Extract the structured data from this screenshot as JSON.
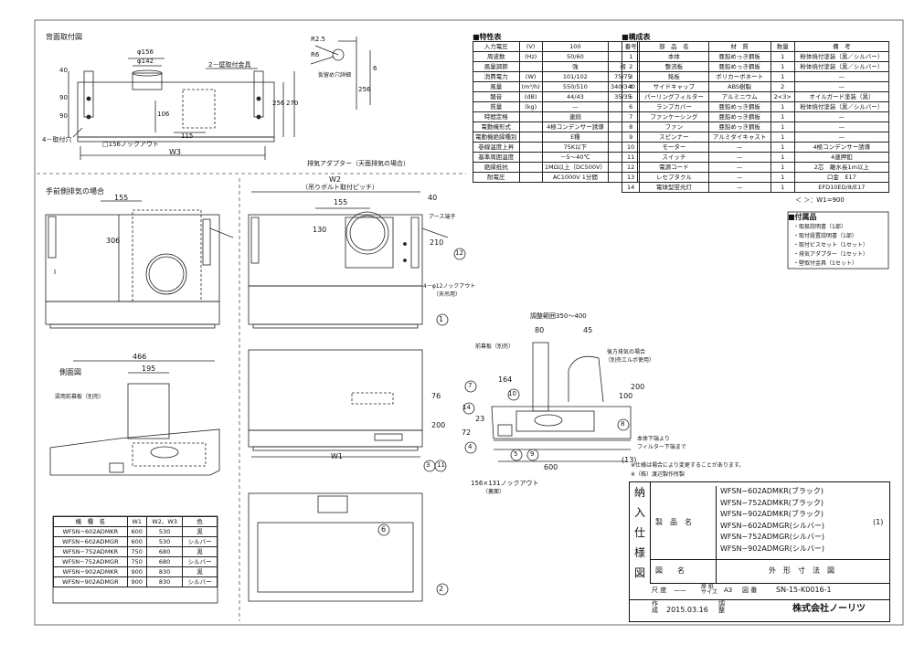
{
  "views": {
    "rear_mount": "背面取付図",
    "front_exhaust": "手前側排気の場合",
    "side_view": "側面図",
    "adapter_note": "排気アダプター（天面排気の場合）",
    "w2_note": "（吊りボルト取付ピッチ）",
    "ceiling_plate": "梁用前幕板（別売）",
    "front_plate": "前幕板（別売）",
    "rear_exhaust": "後方排気の場合",
    "rear_elbow": "（別売エルボ使用）",
    "adjust_range": "調整範囲350～400",
    "body_bottom": "本体下端より",
    "filter_bottom": "フィルター下端まで",
    "knockout_back": "156×131ノックアウト",
    "knockout_back_sub": "（裏面）",
    "earth": "アース端子",
    "knockout_4": "4－φ12ノックアウト",
    "knockout_4_sub": "（天吊用）",
    "wall_bracket": "2－壁取付金具",
    "hook_hole": "仮留め穴詳細",
    "mount_hole": "4－取付穴",
    "knockout_156": "□156ノックアウト",
    "note1": "※仕様は場合により変更することがあります。",
    "note2": "※（株）渡辺製作所製"
  },
  "dims": {
    "d156": "φ156",
    "d142": "φ142",
    "r25": "R2.5",
    "r6": "R6",
    "n6": "6",
    "n256": "256",
    "n40": "40",
    "n90a": "90",
    "n90b": "90",
    "n106": "106",
    "n270": "270",
    "n256b": "256",
    "n115": "115",
    "w3": "W3",
    "w2": "W2",
    "n155": "155",
    "n155b": "155",
    "n306": "306",
    "n130": "130",
    "n40b": "40",
    "n210": "210",
    "n466": "466",
    "n195": "195",
    "n76": "76",
    "n200": "200",
    "n72": "72",
    "w1": "W1",
    "n80": "80",
    "n45": "45",
    "n164": "164",
    "n100": "100",
    "n200b": "200",
    "n23": "23",
    "n600": "600",
    "n13": "(13)"
  },
  "spec": {
    "title": "■特性表",
    "rows": [
      [
        "入力電圧",
        "(V)",
        "100",
        ""
      ],
      [
        "周波数",
        "(Hz)",
        "50/60",
        ""
      ],
      [
        "風量調節",
        "",
        "強",
        "弱"
      ],
      [
        "消費電力",
        "(W)",
        "101/102",
        "75/75"
      ],
      [
        "風量",
        "(m³/h)",
        "550/510",
        "340/340"
      ],
      [
        "騒音",
        "(dB)",
        "44/43",
        "35/35"
      ],
      [
        "質量",
        "(kg)",
        "—",
        ""
      ],
      [
        "時間定格",
        "",
        "連続",
        ""
      ],
      [
        "電動機形式",
        "",
        "4極コンデンサー誘導",
        ""
      ],
      [
        "電動機絶縁種別",
        "",
        "E種",
        ""
      ],
      [
        "巻線温度上昇",
        "",
        "75K以下",
        ""
      ],
      [
        "基準周囲温度",
        "",
        "－5～40℃",
        ""
      ],
      [
        "絶縁抵抗",
        "",
        "1MΩ以上（DC500V）",
        ""
      ],
      [
        "耐電圧",
        "",
        "AC1000V 1分間",
        ""
      ]
    ]
  },
  "parts": {
    "title": "■構成表",
    "header": [
      "番号",
      "部　品　名",
      "材　質",
      "数量",
      "備　考"
    ],
    "rows": [
      [
        "1",
        "本体",
        "亜鉛めっき鋼板",
        "1",
        "粉体焼付塗装（黒／シルバー）"
      ],
      [
        "2",
        "整流板",
        "亜鉛めっき鋼板",
        "1",
        "粉体焼付塗装（黒／シルバー）"
      ],
      [
        "3",
        "銘板",
        "ポリカーボネート",
        "1",
        "—"
      ],
      [
        "4",
        "サイドキャップ",
        "ABS樹脂",
        "2",
        "—"
      ],
      [
        "5",
        "パーリングフィルター",
        "アルミニウム",
        "2<3>",
        "オイルガード塗装（黒）"
      ],
      [
        "6",
        "ランプカバー",
        "亜鉛めっき鋼板",
        "1",
        "粉体焼付塗装（黒／シルバー）"
      ],
      [
        "7",
        "ファンケーシング",
        "亜鉛めっき鋼板",
        "1",
        "—"
      ],
      [
        "8",
        "ファン",
        "亜鉛めっき鋼板",
        "1",
        "—"
      ],
      [
        "9",
        "スピンナー",
        "アルミダイキャスト",
        "1",
        "—"
      ],
      [
        "10",
        "モーター",
        "—",
        "1",
        "4極コンデンサー誘導"
      ],
      [
        "11",
        "スイッチ",
        "—",
        "1",
        "4連押釦"
      ],
      [
        "12",
        "電源コード",
        "—",
        "1",
        "2芯　離水長1m以上"
      ],
      [
        "13",
        "レセプタクル",
        "—",
        "1",
        "口金　E17"
      ],
      [
        "14",
        "電球型蛍光灯",
        "—",
        "1",
        "EFD10ED/8/E17"
      ]
    ],
    "note": "＜ ＞：W1=900"
  },
  "accessories": {
    "title": "■付属品",
    "items": [
      "・取扱説明書（1部）",
      "・取付設置説明書（1部）",
      "・取付ビスセット（1セット）",
      "・排気アダプター（1セット）",
      "・壁取付金具（1セット）"
    ]
  },
  "models": {
    "header": [
      "機　種　名",
      "W1",
      "W2、W3",
      "色"
    ],
    "rows": [
      [
        "WFSN−602ADMKR",
        "600",
        "530",
        "黒"
      ],
      [
        "WFSN−602ADMGR",
        "600",
        "530",
        "シルバー"
      ],
      [
        "WFSN−752ADMKR",
        "750",
        "680",
        "黒"
      ],
      [
        "WFSN−752ADMGR",
        "750",
        "680",
        "シルバー"
      ],
      [
        "WFSN−902ADMKR",
        "900",
        "830",
        "黒"
      ],
      [
        "WFSN−902ADMGR",
        "900",
        "830",
        "シルバー"
      ]
    ]
  },
  "title_block": {
    "nounyu": [
      "納",
      "入",
      "仕",
      "様",
      "図"
    ],
    "product_label": "製　品　名",
    "products": [
      "WFSN−602ADMKR(ブラック)",
      "WFSN−752ADMKR(ブラック)",
      "WFSN−902ADMKR(ブラック)",
      "WFSN−602ADMGR(シルバー)",
      "WFSN−752ADMGR(シルバー)",
      "WFSN−902ADMGR(シルバー)"
    ],
    "sheet_no": "(1)",
    "drawing_label": "図　　名",
    "drawing_name": "外　形　寸　法　図",
    "scale_label": "尺 度",
    "scale": "——",
    "paper_label": "原 紙\nサイズ",
    "paper": "A3",
    "number_label": "図 番",
    "number": "SN-15-K0016-1",
    "made_label": "作\n成",
    "date": "2015.03.16",
    "adjust_label": "調\n整",
    "company": "株式会社ノーリツ"
  },
  "callouts": [
    "1",
    "2",
    "3",
    "4",
    "5",
    "6",
    "7",
    "8",
    "9",
    "10",
    "11",
    "12",
    "13",
    "14",
    "3",
    "11",
    "6",
    "2",
    "1",
    "12"
  ]
}
